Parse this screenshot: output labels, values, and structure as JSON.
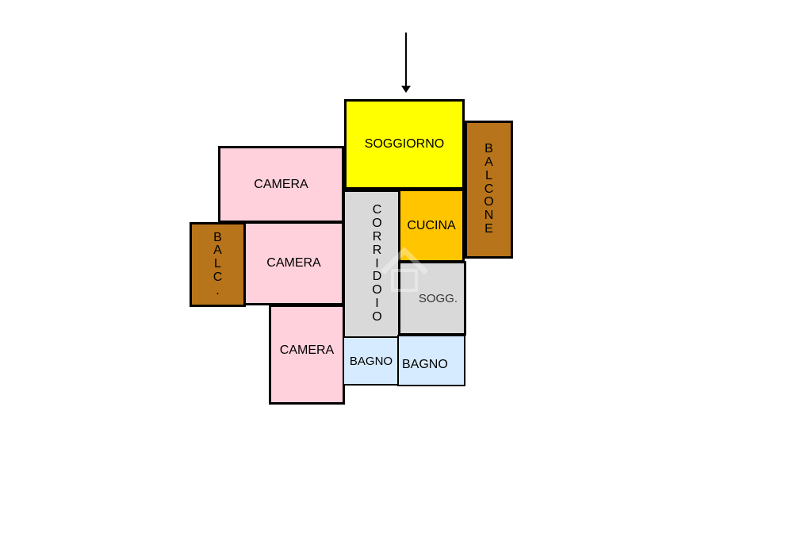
{
  "colors": {
    "camera": "#ffd1dc",
    "balcony": "#b8741a",
    "living": "#ffff00",
    "kitchen": "#ffc600",
    "corridor": "#d9d9d9",
    "bath": "#d6ebff",
    "outline": "#000000"
  },
  "rooms": {
    "soggiorno": "SOGGIORNO",
    "balcone": [
      "B",
      "A",
      "L",
      "C",
      "O",
      "N",
      "E"
    ],
    "camera_top": "CAMERA",
    "camera_mid": "CAMERA",
    "camera_bottom": "CAMERA",
    "balc": [
      "B",
      "A",
      "L",
      "C",
      "."
    ],
    "corridoio": [
      "C",
      "O",
      "R",
      "R",
      "I",
      "D",
      "O",
      "I",
      "O"
    ],
    "cucina": "CUCINA",
    "sogg_small": "SOGG.",
    "bagno_left": "BAGNO",
    "bagno_right": "BAGNO"
  },
  "icons": {
    "entrance": "arrow-down-icon",
    "watermark": "house-watermark-icon"
  }
}
